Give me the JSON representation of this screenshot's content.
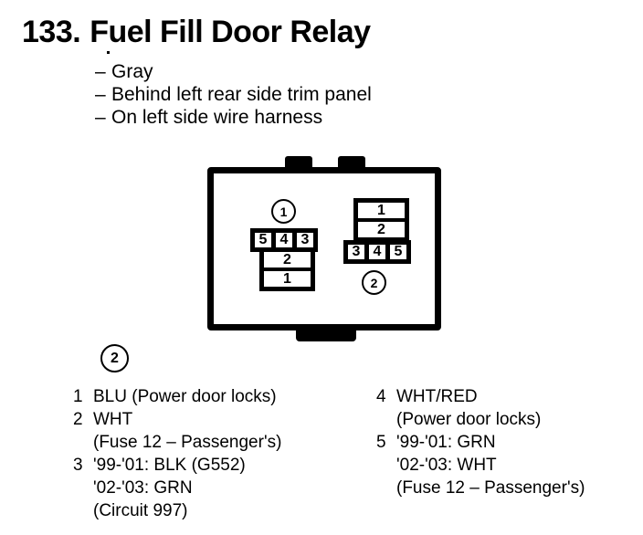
{
  "title": {
    "number": "133.",
    "name": "Fuel Fill Door Relay"
  },
  "notes": [
    {
      "dash": "–",
      "text": "Gray"
    },
    {
      "dash": "–",
      "text": "Behind left rear side trim panel"
    },
    {
      "dash": "–",
      "text": "On left side wire harness"
    }
  ],
  "diagram": {
    "connector_1": {
      "marker": "1",
      "top_row": [
        "5",
        "4",
        "3"
      ],
      "lower_stack": [
        "2",
        "1"
      ]
    },
    "connector_2": {
      "marker": "2",
      "upper_stack": [
        "1",
        "2"
      ],
      "bottom_row": [
        "3",
        "4",
        "5"
      ]
    }
  },
  "section_marker": "2",
  "legend_left": [
    {
      "pin": "1",
      "lines": [
        "BLU (Power door locks)"
      ]
    },
    {
      "pin": "2",
      "lines": [
        "WHT",
        "(Fuse 12 – Passenger's)"
      ]
    },
    {
      "pin": "3",
      "lines": [
        "'99-'01: BLK (G552)",
        "'02-'03: GRN",
        "(Circuit 997)"
      ]
    }
  ],
  "legend_right": [
    {
      "pin": "4",
      "lines": [
        "WHT/RED",
        "(Power door locks)"
      ]
    },
    {
      "pin": "5",
      "lines": [
        "'99-'01: GRN",
        "'02-'03: WHT",
        "(Fuse 12 – Passenger's)"
      ]
    }
  ]
}
